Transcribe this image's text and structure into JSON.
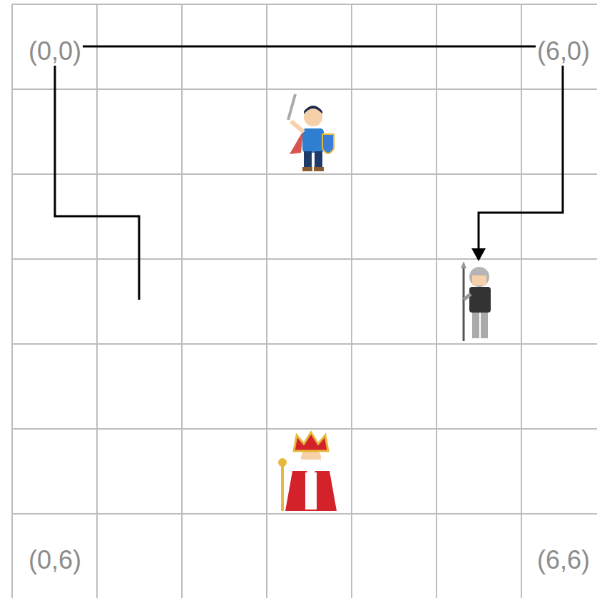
{
  "diagram": {
    "labels": [
      "(0,0)",
      "(6,0)",
      "(0,6)",
      "(6,6)"
    ]
  }
}
